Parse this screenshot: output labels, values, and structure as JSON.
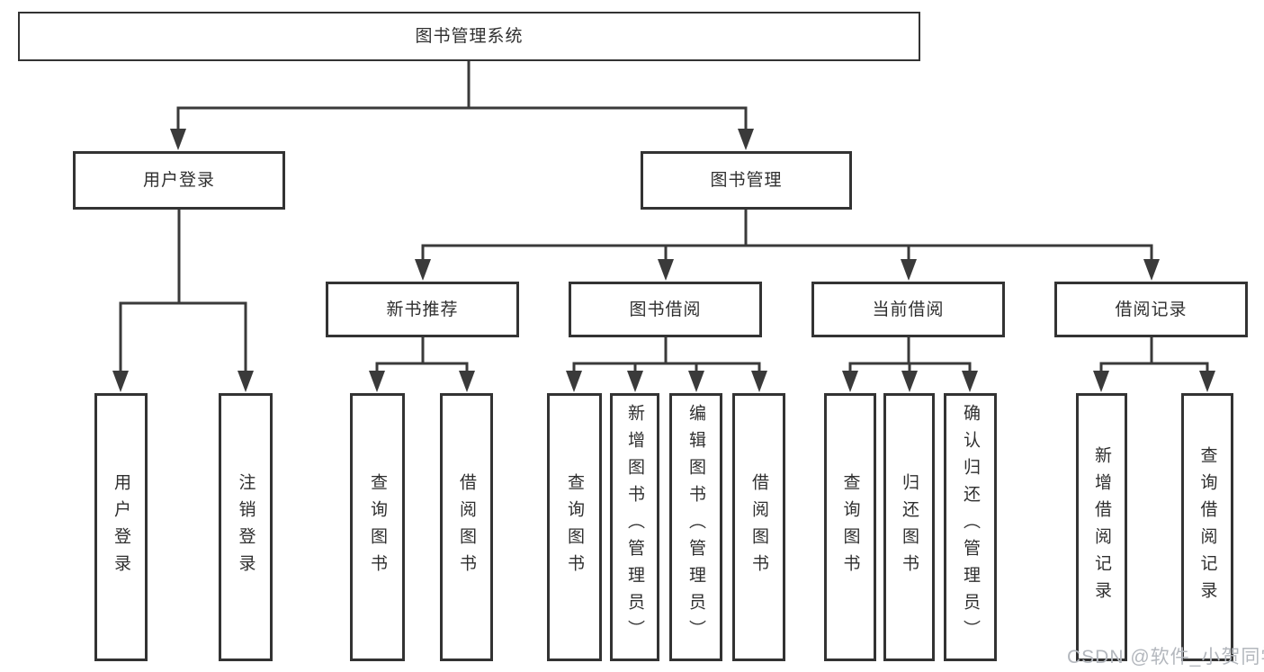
{
  "nodes": {
    "root": "图书管理系统",
    "user_login": "用户登录",
    "book_mgmt": "图书管理",
    "new_book_rec": "新书推荐",
    "book_borrow": "图书借阅",
    "current_borrow": "当前借阅",
    "borrow_record": "借阅记录",
    "leaf_user_login": "用户登录",
    "leaf_logout": "注销登录",
    "rec_query_book": "查询图书",
    "rec_borrow_book": "借阅图书",
    "bb_query_book": "查询图书",
    "bb_add_book": "新增图书（管理员）",
    "bb_edit_book": "编辑图书（管理员）",
    "bb_borrow_book": "借阅图书",
    "cb_query_book": "查询图书",
    "cb_return_book": "归还图书",
    "cb_confirm_return": "确认归还（管理员）",
    "br_add_record": "新增借阅记录",
    "br_query_record": "查询借阅记录"
  },
  "colors": {
    "line": "#3a3a3a",
    "border": "#333333",
    "text": "#2f2f2f",
    "watermark": "#b3b7bd"
  },
  "watermark": "CSDN @软件_小贺同学"
}
